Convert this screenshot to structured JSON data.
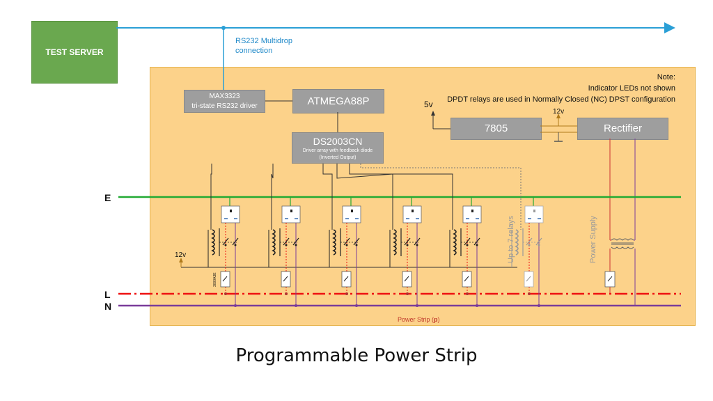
{
  "server": {
    "label": "TEST SERVER"
  },
  "rs232": {
    "line1": "RS232 Multidrop",
    "line2": "connection"
  },
  "note": {
    "line1": "Note:",
    "line2": "Indicator LEDs not shown",
    "line3": "DPDT relays are used in Normally Closed (NC) DPST configuration"
  },
  "max": {
    "line1": "MAX3323",
    "line2": "tri-state RS232 driver"
  },
  "atmega": {
    "label": "ATMEGA88P"
  },
  "ds": {
    "label": "DS2003CN",
    "sub1": "Driver array with feedback diode",
    "sub2": "(Inverted Output)"
  },
  "reg": {
    "label": "7805"
  },
  "rect": {
    "label": "Rectifier"
  },
  "supply": {
    "v5": "5v",
    "v12": "12v"
  },
  "relay_v12": "12v",
  "lines": {
    "E": "E",
    "L": "L",
    "N": "N"
  },
  "up_to": "Up to 7 relays",
  "power_supply": "Power Supply",
  "fuse_small": "3000A3E",
  "strip_label_prefix": "Power Strip (",
  "strip_label_p": "p",
  "strip_label_suffix": ")",
  "title": "Programmable Power Strip",
  "colors": {
    "server": "#6aa84f",
    "panel": "#fcd28a",
    "box": "#9e9e9e",
    "rs232_line": "#2a9fd6",
    "earth": "#22aa33",
    "live": "#ee1111",
    "neutral": "#7a3c9a"
  }
}
